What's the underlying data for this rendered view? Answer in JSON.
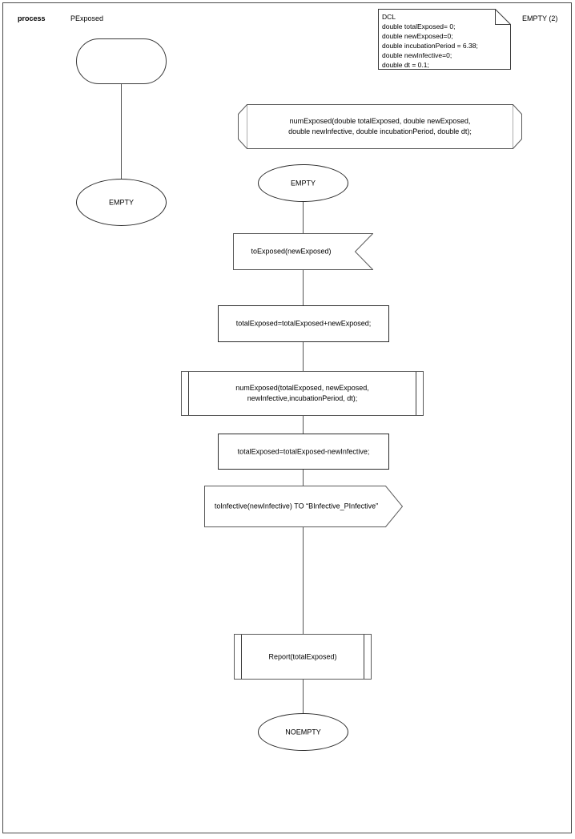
{
  "diagram": {
    "kind": "SDL process diagram",
    "header": {
      "keyword": "process",
      "name": "PExposed",
      "page_label": "EMPTY (2)"
    },
    "declaration": {
      "title": "DCL",
      "lines": [
        "double totalExposed= 0;",
        "double newExposed=0;",
        "double incubationPeriod = 6.38;",
        "double newInfective=0;",
        "double dt = 0.1;"
      ],
      "text": "DCL\ndouble totalExposed= 0;\ndouble newExposed=0;\ndouble incubationPeriod = 6.38;\ndouble newInfective=0;\ndouble dt = 0.1;"
    },
    "left_branch": {
      "start_label": "",
      "state_label": "EMPTY"
    },
    "procedure_declaration": {
      "text": "numExposed(double totalExposed, double newExposed,\ndouble newInfective, double incubationPeriod, double dt);"
    },
    "main_flow": [
      {
        "id": "state-empty",
        "type": "state",
        "label": "EMPTY"
      },
      {
        "id": "input-toexposed",
        "type": "input",
        "label": "toExposed(newExposed)"
      },
      {
        "id": "task-add",
        "type": "task",
        "label": "totalExposed=totalExposed+newExposed;"
      },
      {
        "id": "call-numexposed",
        "type": "procedure-call",
        "label": "numExposed(totalExposed, newExposed,\nnewInfective,incubationPeriod, dt);"
      },
      {
        "id": "task-sub",
        "type": "task",
        "label": "totalExposed=totalExposed-newInfective;"
      },
      {
        "id": "output-toinfective",
        "type": "output",
        "label": "toInfective(newInfective) TO “BInfective_PInfective”"
      },
      {
        "id": "call-report",
        "type": "procedure-call",
        "label": "Report(totalExposed)"
      },
      {
        "id": "state-noempty",
        "type": "state",
        "label": "NOEMPTY"
      }
    ],
    "colors": {
      "line": "#2b2b2b",
      "frame": "#4a4a4a",
      "connector": "#555555",
      "background": "#ffffff",
      "text": "#000000"
    }
  }
}
